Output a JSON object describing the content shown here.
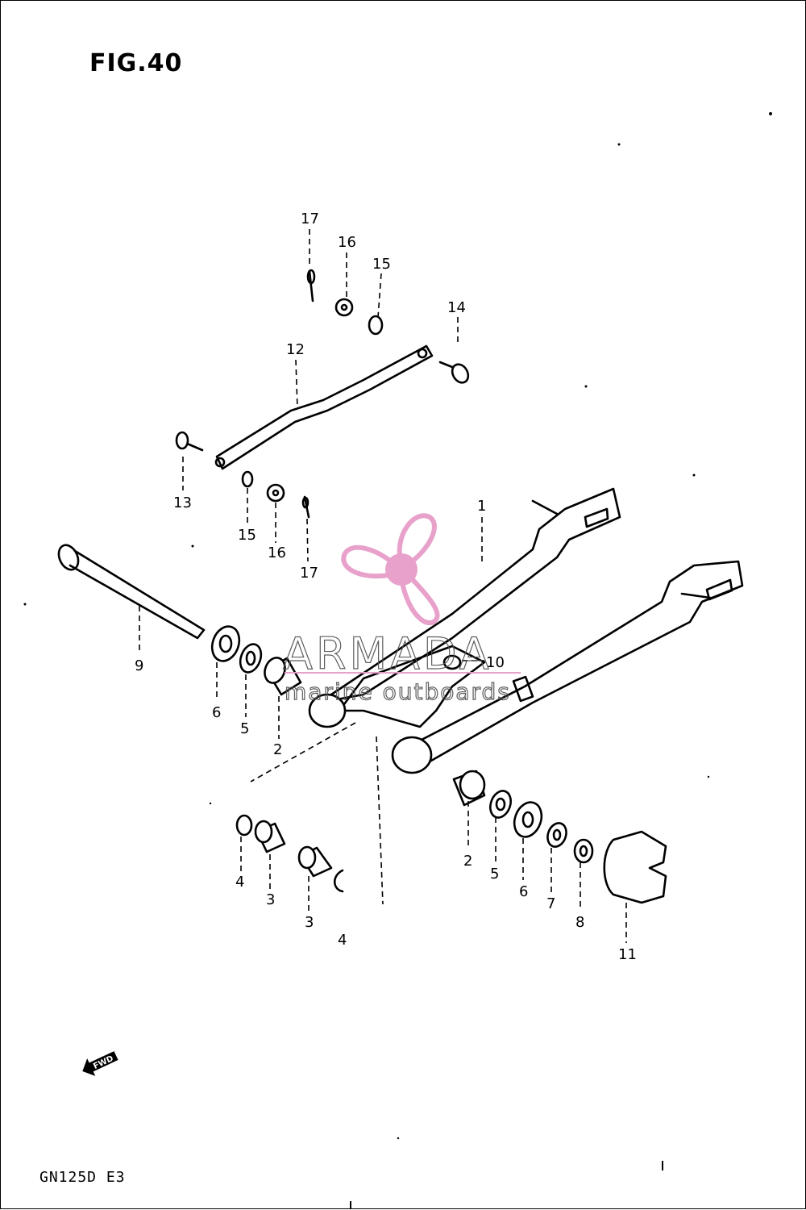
{
  "figure": {
    "title": "FIG.40",
    "model_code": "GN125D  E3",
    "direction_label": "FWD"
  },
  "watermark": {
    "brand": "ARMADA",
    "tagline": "marine outboards",
    "accent_color": "#e79cc8",
    "logo_icon": "propeller-icon"
  },
  "callouts": [
    {
      "id": "c1",
      "label": "1"
    },
    {
      "id": "c2a",
      "label": "2"
    },
    {
      "id": "c2b",
      "label": "2"
    },
    {
      "id": "c3a",
      "label": "3"
    },
    {
      "id": "c3b",
      "label": "3"
    },
    {
      "id": "c4a",
      "label": "4"
    },
    {
      "id": "c4b",
      "label": "4"
    },
    {
      "id": "c5a",
      "label": "5"
    },
    {
      "id": "c5b",
      "label": "5"
    },
    {
      "id": "c6a",
      "label": "6"
    },
    {
      "id": "c6b",
      "label": "6"
    },
    {
      "id": "c7",
      "label": "7"
    },
    {
      "id": "c8",
      "label": "8"
    },
    {
      "id": "c9",
      "label": "9"
    },
    {
      "id": "c10",
      "label": "10"
    },
    {
      "id": "c11",
      "label": "11"
    },
    {
      "id": "c12",
      "label": "12"
    },
    {
      "id": "c13",
      "label": "13"
    },
    {
      "id": "c14",
      "label": "14"
    },
    {
      "id": "c15a",
      "label": "15"
    },
    {
      "id": "c15b",
      "label": "15"
    },
    {
      "id": "c16a",
      "label": "16"
    },
    {
      "id": "c16b",
      "label": "16"
    },
    {
      "id": "c17a",
      "label": "17"
    },
    {
      "id": "c17b",
      "label": "17"
    }
  ]
}
